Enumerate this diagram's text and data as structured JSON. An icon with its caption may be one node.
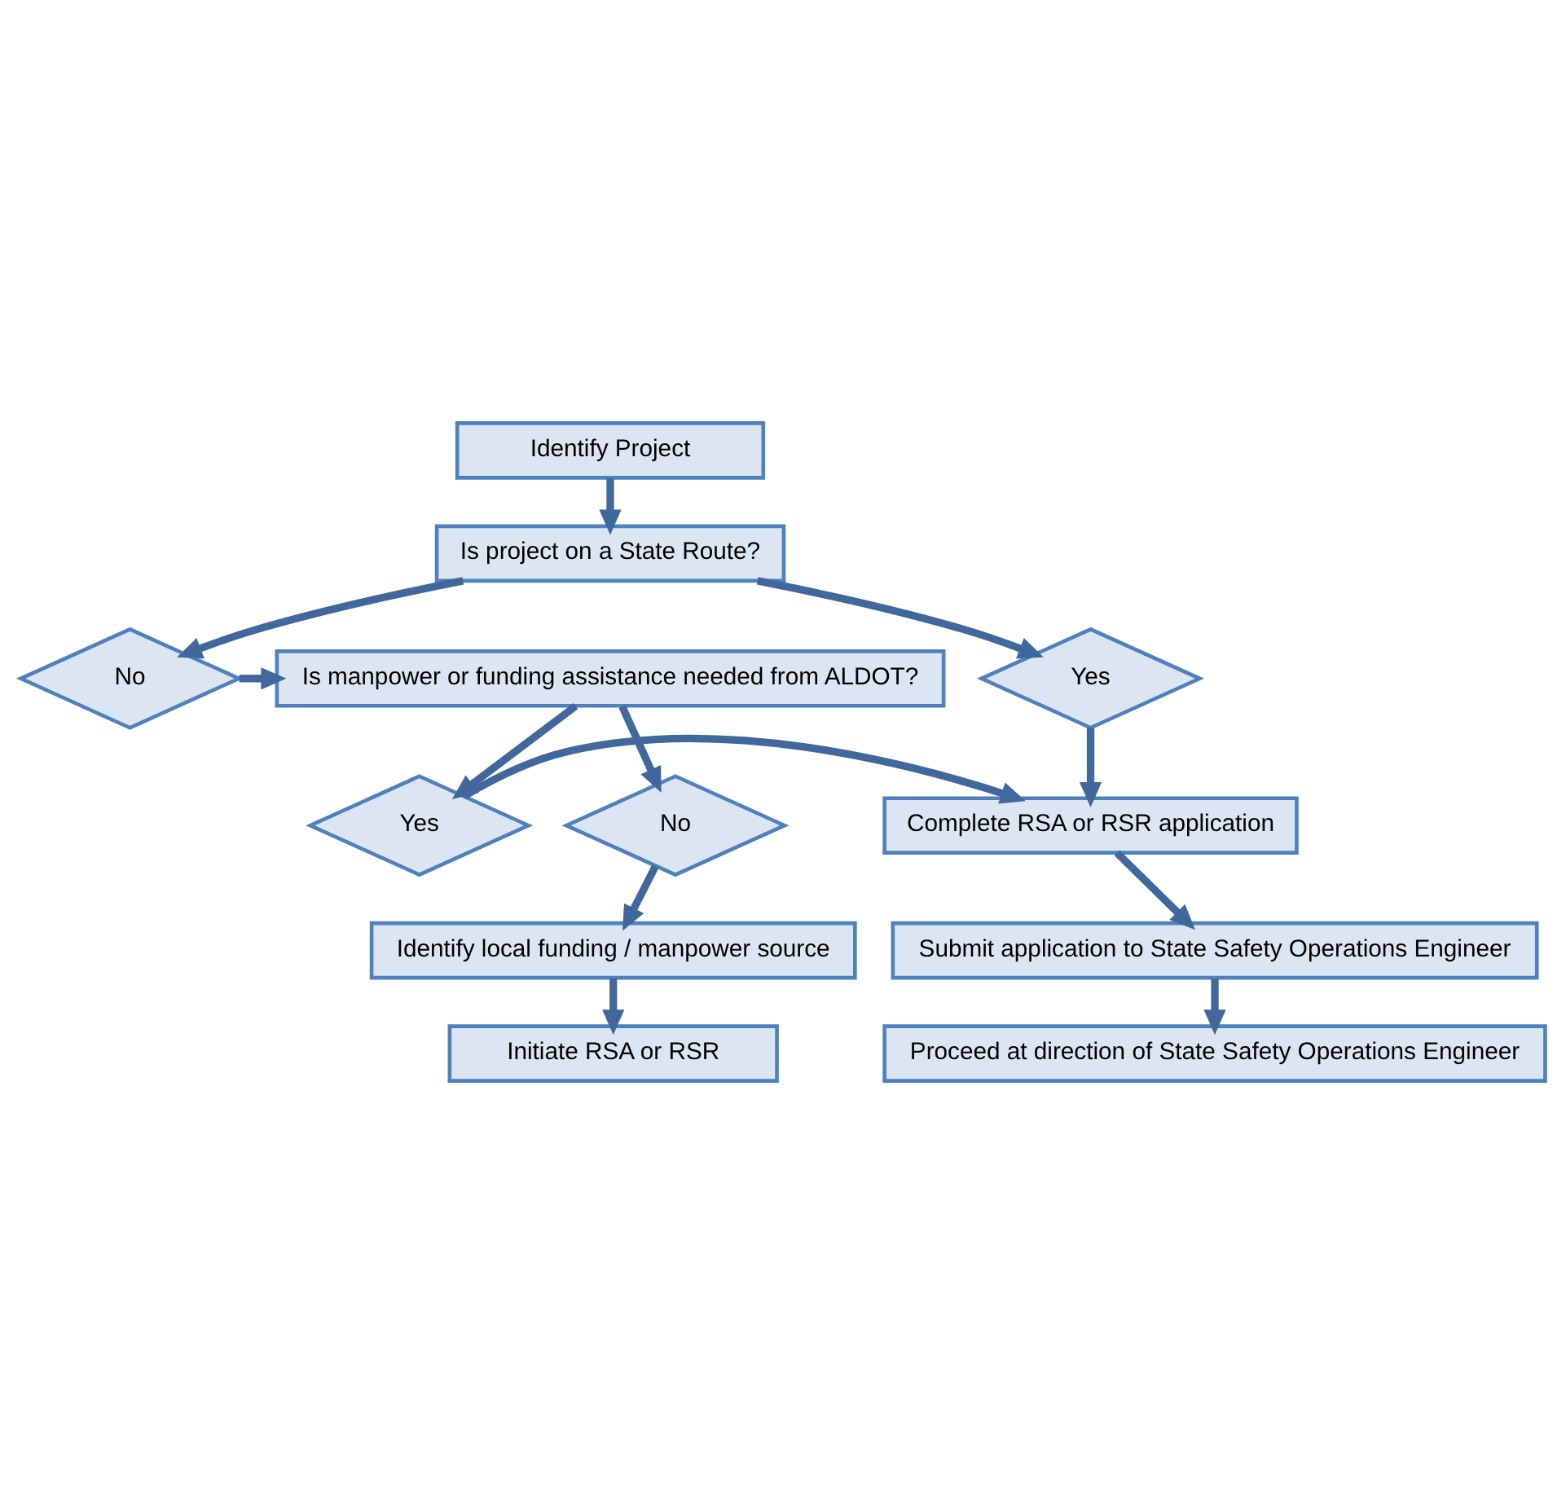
{
  "diagram": {
    "nodes": [
      {
        "text": [
          "Identify Project"
        ]
      },
      {
        "text": [
          "Is project on a State Route?"
        ]
      },
      {
        "text": [
          "Yes"
        ]
      },
      {
        "text": [
          "No"
        ]
      },
      {
        "text": [
          "Is manpower or funding assistance needed from ALDOT?"
        ]
      },
      {
        "text": [
          "Complete RSA or RSR application"
        ]
      },
      {
        "text": [
          "Yes"
        ]
      },
      {
        "text": [
          "No"
        ]
      },
      {
        "text": [
          "Submit application to State Safety Operations Engineer"
        ]
      },
      {
        "text": [
          "Identify local funding / manpower source"
        ]
      },
      {
        "text": [
          "Proceed at direction of State Safety Operations Engineer"
        ]
      },
      {
        "text": [
          "Initiate RSA or RSR"
        ]
      }
    ],
    "edges": [
      {
        "from": 0,
        "to": 1,
        "arrow": "to"
      },
      {
        "from": 1,
        "to": 2,
        "arrow": "to"
      },
      {
        "from": 1,
        "to": 3,
        "arrow": "to"
      },
      {
        "from": 3,
        "to": 4,
        "arrow": "to"
      },
      {
        "from": 2,
        "to": 5,
        "arrow": "to"
      },
      {
        "from": 4,
        "to": 6,
        "arrow": "to"
      },
      {
        "from": 4,
        "to": 7,
        "arrow": "to"
      },
      {
        "from": 6,
        "to": 5,
        "arrow": "to"
      },
      {
        "from": 5,
        "to": 8,
        "arrow": "to"
      },
      {
        "from": 8,
        "to": 10,
        "arrow": "to"
      },
      {
        "from": 7,
        "to": 9,
        "arrow": "to"
      },
      {
        "from": 9,
        "to": 11,
        "arrow": "to"
      }
    ]
  }
}
